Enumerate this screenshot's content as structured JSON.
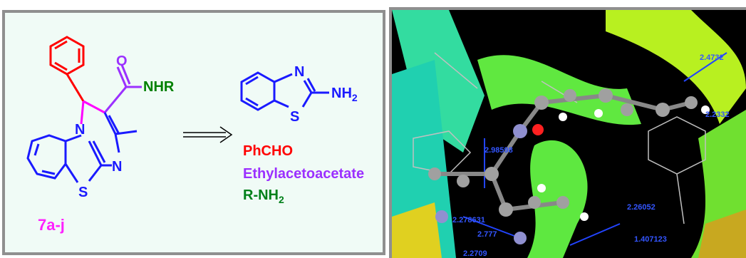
{
  "scheme": {
    "product": {
      "label": "7a-j",
      "amide_group": "NHR",
      "ring_n_label": "N",
      "ring_n2_label": "N",
      "ring_s_label": "S"
    },
    "reactant": {
      "n_label": "N",
      "s_label": "S",
      "amine_main": "NH",
      "amine_sub": "2"
    },
    "reagents": [
      {
        "text": "PhCHO",
        "sub": "",
        "color": "#ff0000"
      },
      {
        "text": "Ethylacetoacetate",
        "sub": "",
        "color": "#9b30ff"
      },
      {
        "text": "R-NH",
        "sub": "2",
        "color": "#00801a"
      }
    ],
    "colors": {
      "phenyl": "#ff0000",
      "amide": "#9b30ff",
      "nhr": "#008000",
      "core": "#1a1aff",
      "bridge": "#ff00ff",
      "label": "#ff22ff"
    }
  },
  "docking": {
    "distances": [
      "2.4732",
      "2.2332",
      "2.98598",
      "2.278631",
      "2.26052",
      "2.777",
      "1.407123",
      "2.2709"
    ]
  }
}
